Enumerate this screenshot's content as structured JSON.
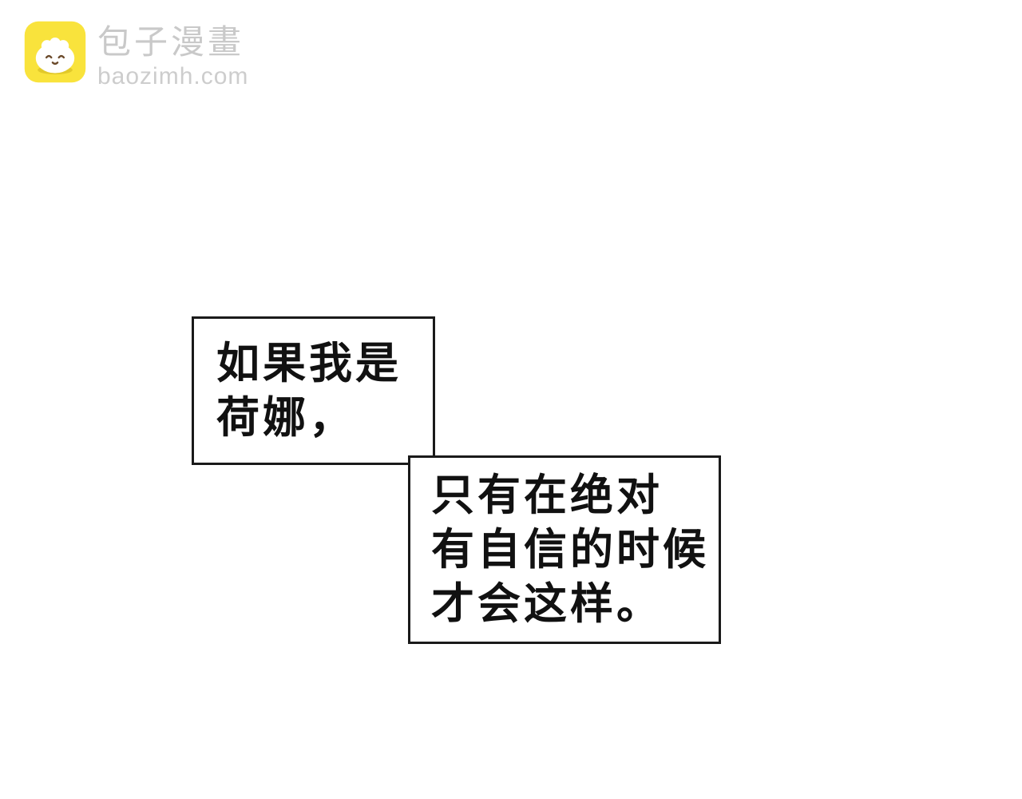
{
  "watermark": {
    "brand_name": "包子漫畫",
    "domain": "baozimh.com",
    "icon": "baozi-bun-icon",
    "icon_bg_color": "#F9E33C",
    "text_color": "#C9C9C9"
  },
  "bubbles": [
    {
      "lines": [
        "如果我是",
        "荷娜，"
      ]
    },
    {
      "lines": [
        "只有在绝对",
        "有自信的时候",
        "才会这样。"
      ]
    }
  ],
  "colors": {
    "background": "#FFFFFF",
    "bubble_border": "#1A1A1A",
    "bubble_text": "#111111"
  }
}
